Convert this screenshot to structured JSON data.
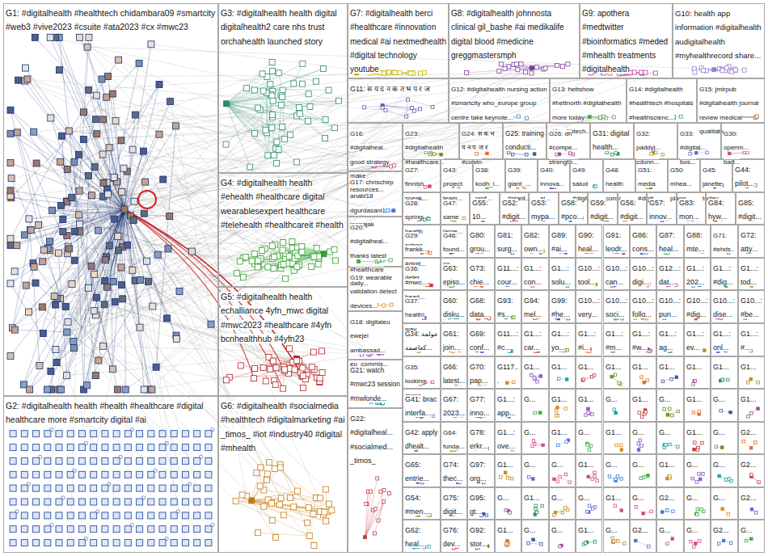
{
  "diagram": {
    "nodes": [
      {
        "text": [
          "G1: #digitalhealth #healthtech chidambara09 #smartcity #web3 #vive2023 #csuite #ata2023 #cx #mwc23"
        ]
      },
      {
        "text": [
          "G2: #digitalhealth health #health #healthcare #digital healthcare more #smartcity digital #ai"
        ]
      },
      {
        "text": [
          "G3: #digitalhealth health digital digitalhealth2 care nhs trust orchahealth launched story"
        ]
      },
      {
        "text": [
          "G4: #digitalhealth health #ehealth #healthcare digital wearablesexpert healthcare #telehealth #healthcareit #health"
        ]
      },
      {
        "text": [
          "G5: #digitalhealth health echalliance 4yfn_mwc digital #mwc2023 #healthcare #4yfn bcnhealthhub #4yfn23"
        ]
      },
      {
        "text": [
          "G6: #digitalhealth #socialmedia #healthtech #digitalmarketing #ai _timos_ #iot #industry40 #digital #mhealth"
        ]
      },
      {
        "text": [
          "G7: #digitalhealth berci #healthcare #innovation medical #ai nextmedhealth #digital technology youtube"
        ]
      },
      {
        "text": [
          "G8: #digitalhealth johnnosta clinical gil_bashe #ai medikalife digital blood #medicine greggmastersmph"
        ]
      },
      {
        "text": [
          "G9: apothera #medtwitter #bioinformatics #meded #mhealth treatments #digitalhealth"
        ]
      },
      {
        "text": [
          "G10: health app information #digitalhealth audigitalhealth #myhealthrecord share..."
        ]
      },
      {
        "text": [
          "G11: स य द न क त भ प र ज"
        ]
      },
      {
        "text": [
          "G12: #digitalhealth nursing action #smartcity who_europe group centre take keynote..."
        ]
      },
      {
        "text": [
          "G13: hettshow #hettnorth #digitalhealth more today #healthtech..."
        ]
      },
      {
        "text": [
          "G14: #digitalhealth #healthtech #hospitals #healthscienc..."
        ]
      },
      {
        "text": [
          "G15: jmirpub #digitalhealth journal review medical qualitative..."
        ]
      },
      {
        "text": [
          "G16: #digitalheal... good strategy make resources..."
        ]
      },
      {
        "text": [
          "G17: chrischirp anabl18 dgurdasani1 joepajak"
        ]
      },
      {
        "text": [
          "G20: #digitalheal... thanks latest #healthcare daily..."
        ]
      },
      {
        "text": [
          "G19: wearable validation detect devices..."
        ]
      },
      {
        "text": [
          "G18: digitaleu ewejel ambassad... eu_commis..."
        ]
      },
      {
        "text": [
          "G21: watch #mwc23 session #mwlonde..."
        ]
      },
      {
        "text": [
          "G22: #digitalheal... #socialmed... _timos_"
        ]
      },
      {
        "text": [
          "G23: #digitalhealth #healthcare..."
        ]
      },
      {
        "text": [
          "G24: स क भ य न प ज र #cowin"
        ]
      },
      {
        "text": [
          "G25: training conducti..."
        ]
      },
      {
        "text": [
          "G26: dh #compe... strength..."
        ]
      },
      {
        "text": [
          "G31: digital health..."
        ]
      },
      {
        "text": [
          "G32: paddyj... cdonn..."
        ]
      },
      {
        "text": [
          "G33: #digital... bos..."
        ]
      },
      {
        "text": [
          "G30: openm... bart..."
        ]
      },
      {
        "text": [
          "G27: finnish speak..."
        ]
      },
      {
        "text": [
          "G43: project team..."
        ]
      },
      {
        "text": [
          "G38: kodh_i... prof..."
        ]
      },
      {
        "text": [
          "G39: giant_... #giant..."
        ]
      },
      {
        "text": [
          "G40: innova... ai..."
        ]
      },
      {
        "text": [
          "G49: salud #digit..."
        ]
      },
      {
        "text": [
          "G48: health consi..."
        ]
      },
      {
        "text": [
          "G51: media #digit..."
        ]
      },
      {
        "text": [
          "G50: mhea... plann..."
        ]
      },
      {
        "text": [
          "G45: janette today..."
        ]
      },
      {
        "text": [
          "G44: pilot..."
        ]
      },
      {
        "text": [
          "G28: spring health schoo..."
        ]
      },
      {
        "text": [
          "G47: same large..."
        ]
      },
      {
        "text": [
          "G55: 10..."
        ]
      },
      {
        "text": [
          "G52: #digit..."
        ]
      },
      {
        "text": [
          "G53: mypa..."
        ]
      },
      {
        "text": [
          "G58: #pco..."
        ]
      },
      {
        "text": [
          "G59: #digit..."
        ]
      },
      {
        "text": [
          "G56: #digit..."
        ]
      },
      {
        "text": [
          "G57: innov..."
        ]
      },
      {
        "text": [
          "G83: mon..."
        ]
      },
      {
        "text": [
          "G84: hyw..."
        ]
      },
      {
        "text": [
          "G85: #digit..."
        ]
      },
      {
        "text": [
          "G29: frankk... #digit... deter..."
        ]
      },
      {
        "text": [
          "G46: found... co..."
        ]
      },
      {
        "text": [
          "G80: grou..."
        ]
      },
      {
        "text": [
          "G81: surg..."
        ]
      },
      {
        "text": [
          "G82: own..."
        ]
      },
      {
        "text": [
          "G89: #ai..."
        ]
      },
      {
        "text": [
          "G90: heal..."
        ]
      },
      {
        "text": [
          "G91: leodr..."
        ]
      },
      {
        "text": [
          "G86: cons..."
        ]
      },
      {
        "text": [
          "G87: heal..."
        ]
      },
      {
        "text": [
          "G88: mte..."
        ]
      },
      {
        "text": [
          "G71: #ehds..."
        ]
      },
      {
        "text": [
          "G72: atty..."
        ]
      },
      {
        "text": [
          "G36: #mwc... head..."
        ]
      },
      {
        "text": [
          "G63: episo..."
        ]
      },
      {
        "text": [
          "G73: chie..."
        ]
      },
      {
        "text": [
          "G11...: cour..."
        ]
      },
      {
        "text": [
          "G1...: con..."
        ]
      },
      {
        "text": [
          "G1...: solu..."
        ]
      },
      {
        "text": [
          "G10...: tool..."
        ]
      },
      {
        "text": [
          "G10...: can..."
        ]
      },
      {
        "text": [
          "G10...: digi..."
        ]
      },
      {
        "text": [
          "G12...: dat..."
        ]
      },
      {
        "text": [
          "G1...: 202..."
        ]
      },
      {
        "text": [
          "G1...: #dig..."
        ]
      },
      {
        "text": [
          "G1...: tod..."
        ]
      },
      {
        "text": [
          "G37: health! way..."
        ]
      },
      {
        "text": [
          "G60: disku..."
        ]
      },
      {
        "text": [
          "G68: data..."
        ]
      },
      {
        "text": [
          "G93: #s..."
        ]
      },
      {
        "text": [
          "G94: mel..."
        ]
      },
      {
        "text": [
          "G99: #he..."
        ]
      },
      {
        "text": [
          "G10...: very..."
        ]
      },
      {
        "text": [
          "G10...: soci..."
        ]
      },
      {
        "text": [
          "G10...: follo..."
        ]
      },
      {
        "text": [
          "G10...: pun..."
        ]
      },
      {
        "text": [
          "G10...: #dig..."
        ]
      },
      {
        "text": [
          "G10...: dise..."
        ]
      },
      {
        "text": [
          "G10...: #be..."
        ]
      },
      {
        "text": [
          "G34: عولمة كعاصمة..."
        ]
      },
      {
        "text": [
          "G61: join..."
        ]
      },
      {
        "text": [
          "G69: conf..."
        ]
      },
      {
        "text": [
          "G11...: #c..."
        ]
      },
      {
        "text": [
          "G1...: car..."
        ]
      },
      {
        "text": [
          "G1...: yo..."
        ]
      },
      {
        "text": [
          "G1...: #i..."
        ]
      },
      {
        "text": [
          "G1...: #m..."
        ]
      },
      {
        "text": [
          "G1...: #w..."
        ]
      },
      {
        "text": [
          "G1...: ag..."
        ]
      },
      {
        "text": [
          "G1...: ev..."
        ]
      },
      {
        "text": [
          "G1...: onl..."
        ]
      },
      {
        "text": [
          "G1...: #..."
        ]
      },
      {
        "text": [
          "G35: looking manc..."
        ]
      },
      {
        "text": [
          "G66: latest..."
        ]
      },
      {
        "text": [
          "G70: pap..."
        ]
      },
      {
        "text": [
          "G117..."
        ]
      },
      {
        "text": [
          "G1..."
        ]
      },
      {
        "text": [
          "G1..."
        ]
      },
      {
        "text": [
          "G1..."
        ]
      },
      {
        "text": [
          "G1..."
        ]
      },
      {
        "text": [
          "G1..."
        ]
      },
      {
        "text": [
          "G1..."
        ]
      },
      {
        "text": [
          "G1..."
        ]
      },
      {
        "text": [
          "G1..."
        ]
      },
      {
        "text": [
          "G1..."
        ]
      },
      {
        "text": [
          "G41: brac interfa..."
        ]
      },
      {
        "text": [
          "G67: 2023..."
        ]
      },
      {
        "text": [
          "G77: inno..."
        ]
      },
      {
        "text": [
          "G1...: app..."
        ]
      },
      {
        "text": [
          "G..."
        ]
      },
      {
        "text": [
          "G1..."
        ]
      },
      {
        "text": [
          "G1..."
        ]
      },
      {
        "text": [
          "G..."
        ]
      },
      {
        "text": [
          "G1..."
        ]
      },
      {
        "text": [
          "G..."
        ]
      },
      {
        "text": [
          "G1..."
        ]
      },
      {
        "text": [
          "G..."
        ]
      },
      {
        "text": [
          "G1..."
        ]
      },
      {
        "text": [
          "G42: apply dhealt..."
        ]
      },
      {
        "text": [
          "G64: funda..."
        ]
      },
      {
        "text": [
          "G78: erkr..."
        ]
      },
      {
        "text": [
          "G1...: ove..."
        ]
      },
      {
        "text": [
          "G..."
        ]
      },
      {
        "text": [
          "G1..."
        ]
      },
      {
        "text": [
          "G..."
        ]
      },
      {
        "text": [
          "G1..."
        ]
      },
      {
        "text": [
          "G..."
        ]
      },
      {
        "text": [
          "G..."
        ]
      },
      {
        "text": [
          "G1..."
        ]
      },
      {
        "text": [
          "G..."
        ]
      },
      {
        "text": [
          "G2..."
        ]
      },
      {
        "text": [
          "G65: entrie..."
        ]
      },
      {
        "text": [
          "G74: thec..."
        ]
      },
      {
        "text": [
          "G97: org..."
        ]
      },
      {
        "text": [
          "G1..."
        ]
      },
      {
        "text": [
          "G..."
        ]
      },
      {
        "text": [
          "G..."
        ]
      },
      {
        "text": [
          "G1..."
        ]
      },
      {
        "text": [
          "G..."
        ]
      },
      {
        "text": [
          "G..."
        ]
      },
      {
        "text": [
          "G1..."
        ]
      },
      {
        "text": [
          "G..."
        ]
      },
      {
        "text": [
          "G..."
        ]
      },
      {
        "text": [
          "G2..."
        ]
      },
      {
        "text": [
          "G54: #men..."
        ]
      },
      {
        "text": [
          "G75: digit..."
        ]
      },
      {
        "text": [
          "G95: gt..."
        ]
      },
      {
        "text": [
          "G..."
        ]
      },
      {
        "text": [
          "G1..."
        ]
      },
      {
        "text": [
          "G..."
        ]
      },
      {
        "text": [
          "G..."
        ]
      },
      {
        "text": [
          "G1..."
        ]
      },
      {
        "text": [
          "G..."
        ]
      },
      {
        "text": [
          "G2..."
        ]
      },
      {
        "text": [
          "G..."
        ]
      },
      {
        "text": [
          "G..."
        ]
      },
      {
        "text": [
          "G2..."
        ]
      },
      {
        "text": [
          "G62: heal..."
        ]
      },
      {
        "text": [
          "G76: dev..."
        ]
      },
      {
        "text": [
          "G92: stor..."
        ]
      },
      {
        "text": [
          "G1..."
        ]
      },
      {
        "text": [
          "G..."
        ]
      },
      {
        "text": [
          "G..."
        ]
      },
      {
        "text": [
          "G1..."
        ]
      },
      {
        "text": [
          "G..."
        ]
      },
      {
        "text": [
          "G2..."
        ]
      },
      {
        "text": [
          "G..."
        ]
      },
      {
        "text": [
          "G..."
        ]
      },
      {
        "text": [
          "G2..."
        ]
      },
      {
        "text": [
          "G..."
        ]
      }
    ]
  }
}
